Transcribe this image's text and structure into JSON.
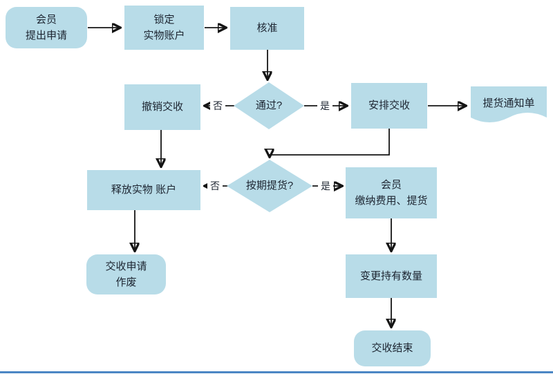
{
  "diagram": {
    "kind": "flowchart",
    "colors": {
      "node_fill": "#b8dce8",
      "text": "#1c2430",
      "arrow": "#141414",
      "bottom_bar": "#4a86c4"
    },
    "nodes": {
      "apply": {
        "label": "会员\n提出申请",
        "shape": "rounded"
      },
      "lock": {
        "label": "锁定\n实物账户",
        "shape": "rect"
      },
      "approve": {
        "label": "核准",
        "shape": "rect"
      },
      "pass": {
        "label": "通过?",
        "shape": "diamond"
      },
      "cancel": {
        "label": "撤销交收",
        "shape": "rect"
      },
      "arrange": {
        "label": "安排交收",
        "shape": "rect"
      },
      "notice": {
        "label": "提货通知单",
        "shape": "document"
      },
      "ontime": {
        "label": "按期提货?",
        "shape": "diamond"
      },
      "release": {
        "label": "释放实物 账户",
        "shape": "rect"
      },
      "member_pay": {
        "label": "会员\n缴纳费用、提货",
        "shape": "rect"
      },
      "void": {
        "label": "交收申请\n作废",
        "shape": "rounded"
      },
      "change": {
        "label": "变更持有数量",
        "shape": "rect"
      },
      "end": {
        "label": "交收结束",
        "shape": "rounded"
      }
    },
    "edge_labels": {
      "pass_no": "否",
      "pass_yes": "是",
      "ontime_no": "否",
      "ontime_yes": "是"
    }
  }
}
